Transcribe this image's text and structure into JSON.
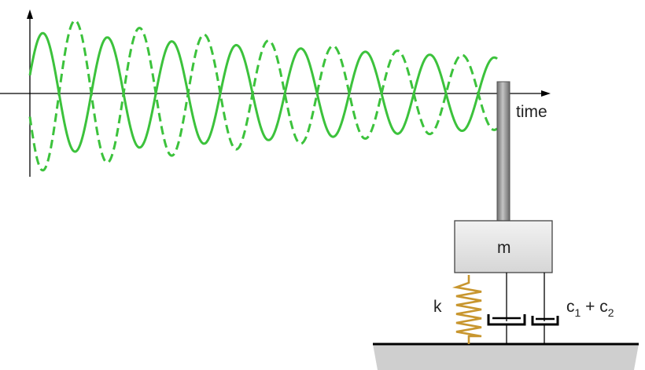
{
  "axis": {
    "time_label": "time"
  },
  "labels": {
    "mass": "m",
    "spring": "k",
    "damper_c": "c",
    "damper_sub1": "1",
    "damper_plus": " + c",
    "damper_sub2": "2"
  },
  "colors": {
    "wave": "#3cc23c",
    "spring": "#c8962e",
    "mass_fill": "#e6e6e6",
    "rod": "#909090",
    "ground_shadow": "#cfcfcf",
    "ink": "#000000"
  }
}
